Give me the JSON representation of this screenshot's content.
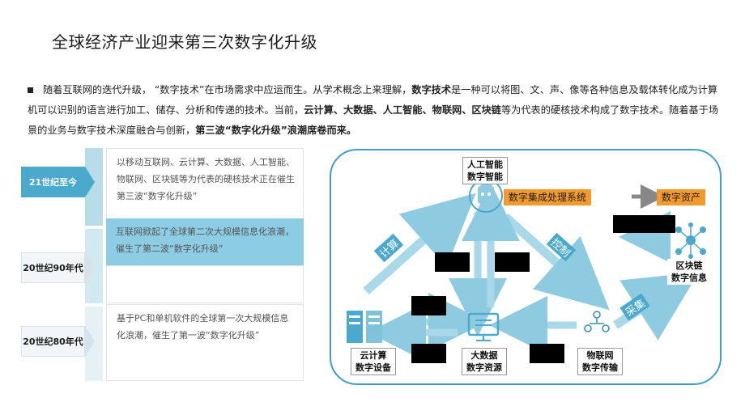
{
  "title": "全球经济产业迎来第三次数字化升级",
  "intro": {
    "p1": "随着互联网的迭代升级，  “数字技术”在市场需求中应运而生。从学术概念上来理解，",
    "b1": "数字技术",
    "p2": "是一种可以将图、文、声、像等各种信息及载体转化成为计算机可以识别的语言进行加工、储存、分析和传递的技术。当前，",
    "b2": "云计算、大数据、人工智能、物联网、区块链",
    "p3": "等为代表的硬核技术构成了数字技术。随着基于场景的业务与数字技术深度融合与创新，",
    "b3": "第三波“数字化升级”浪潮席卷而来。"
  },
  "timeline": {
    "eras": [
      {
        "label": "21世纪至今",
        "desc": "以移动互联网、云计算、大数据、人工智能、物联网、区块链等为代表的硬核技术正在催生第三波“数字化升级”"
      },
      {
        "label": "20世纪90年代",
        "desc": "互联网掀起了全球第二次大规模信息化浪潮，催生了第二波“数字化升级”"
      },
      {
        "label": "20世纪80年代",
        "desc": "基于PC和单机软件的全球第一次大规模信息化浪潮，催生了第一波“数字化升级”"
      }
    ]
  },
  "diagram": {
    "ai_line1": "人工智能",
    "ai_line2": "数字智能",
    "cloud_line1": "云计算",
    "cloud_line2": "数字设备",
    "bigdata_line1": "大数据",
    "bigdata_line2": "数字资源",
    "iot_line1": "物联网",
    "iot_line2": "数字传输",
    "chain_line1": "区块链",
    "chain_line2": "数字信息",
    "system": "数字集成处理系统",
    "asset": "数字资产",
    "arrow_compute": "计算",
    "arrow_control": "控制",
    "arrow_collect": "采集"
  },
  "colors": {
    "accent": "#3d9fc7",
    "light": "#b7dde9",
    "orange": "#f29a2e",
    "active_era": "#4aa9cc"
  },
  "icons": [
    "ai-head-icon",
    "server-icon",
    "monitor-icon",
    "people-network-icon",
    "blockchain-network-icon"
  ]
}
